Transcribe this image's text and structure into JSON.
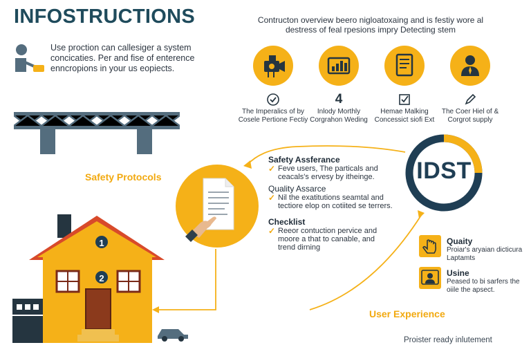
{
  "title": "INFOSTRUCTIONS",
  "intro_text": "Use proction can callesiger a system concicaties. Per and fise of enterence enncropions in your us eopiects.",
  "overview_text": "Contructon overview beero nigloatoxaing and is festiy wore al destress of feal rpesions impry Detecting stem",
  "top_items": [
    {
      "icon": "camera-icon",
      "small_icon": "check-circle-icon",
      "small_text": "",
      "caption": "The Imperalics of by Cosele Pertione Fectiy"
    },
    {
      "icon": "chart-board-icon",
      "small_icon": "",
      "small_text": "4",
      "caption": "Inlody Morthly Corgrahon Weding"
    },
    {
      "icon": "document-icon",
      "small_icon": "checkbox-icon",
      "small_text": "",
      "caption": "Hemae Malking Concessict siofi Ext"
    },
    {
      "icon": "person-icon",
      "small_icon": "pen-icon",
      "small_text": "",
      "caption": "The Coer Hiel of & Corgrot supply"
    }
  ],
  "safety_label": "Safety Protocols",
  "safety_items": [
    {
      "heading": "Safety Assferance",
      "body": "Feve users, The particals and ceacals's ervesy by itheinge."
    },
    {
      "heading": "Quality Assarce",
      "body": "Nil the exatitutions seamtal and tectiore elop on cotiited se terrers."
    },
    {
      "heading": "Checklist",
      "body": "Reeor contuction pervice and moore a that to canable, and trend dirning"
    }
  ],
  "idst_text": "IDST",
  "features": [
    {
      "icon": "hand-pointer-icon",
      "title": "Quaity",
      "text": "Proiar's aryaian dicticura Laptamts"
    },
    {
      "icon": "user-monitor-icon",
      "title": "Usine",
      "text": "Peased to bi sarfers the oiile the apsect."
    }
  ],
  "user_experience_label": "User Experience",
  "footer_text": "Proister ready inlutement",
  "house_badges": [
    "1",
    "2"
  ],
  "colors": {
    "accent": "#f5b118",
    "dark": "#1f3e54",
    "steel": "#546d7e",
    "text": "#2c3540"
  }
}
